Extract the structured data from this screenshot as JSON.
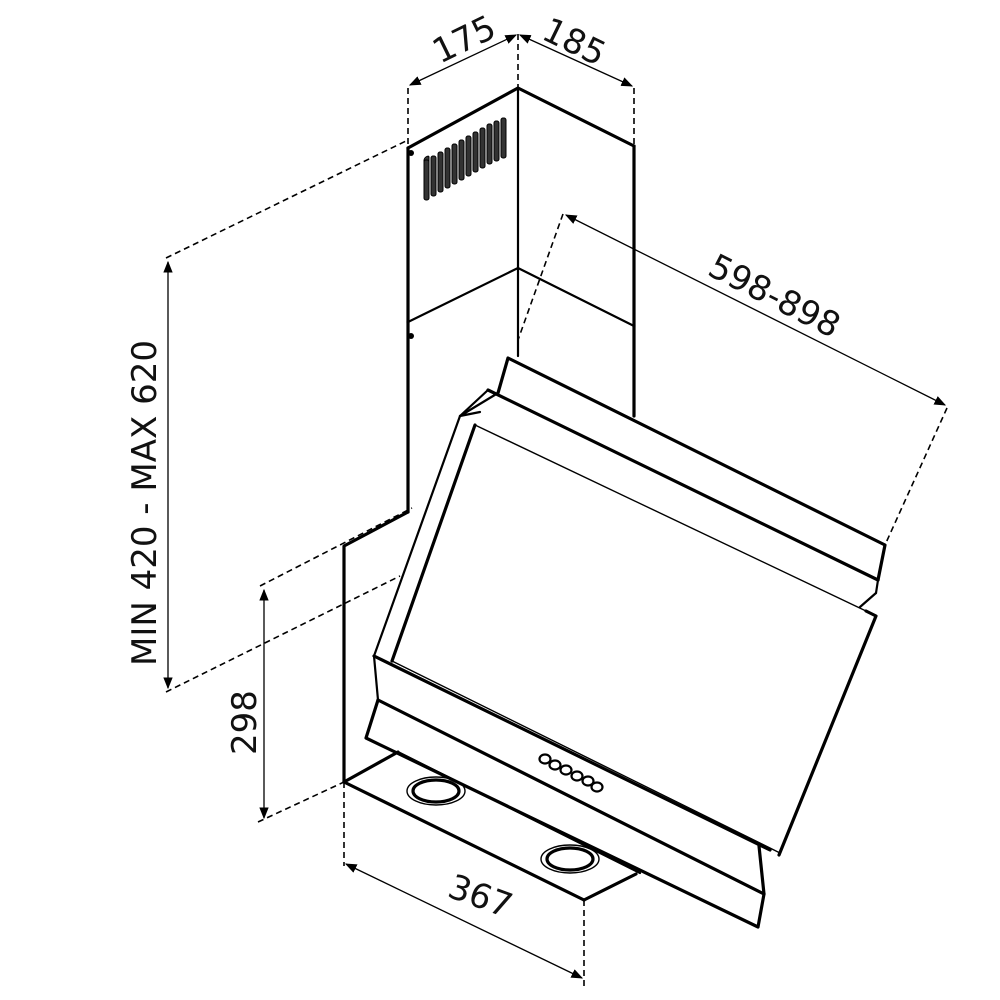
{
  "drawing": {
    "subject": "Angled chimney cooker hood — dimension drawing",
    "colors": {
      "line": "#000000",
      "background": "#ffffff"
    }
  },
  "dimensions": {
    "chimney_width": "175",
    "chimney_depth": "185",
    "hood_width": "598-898",
    "chimney_height": "MIN 420 - MAX 620",
    "hood_height": "298",
    "hood_depth": "367"
  },
  "components": {
    "chimney_vent_slots": 12,
    "control_buttons": 5,
    "halogen_lights": 2
  }
}
